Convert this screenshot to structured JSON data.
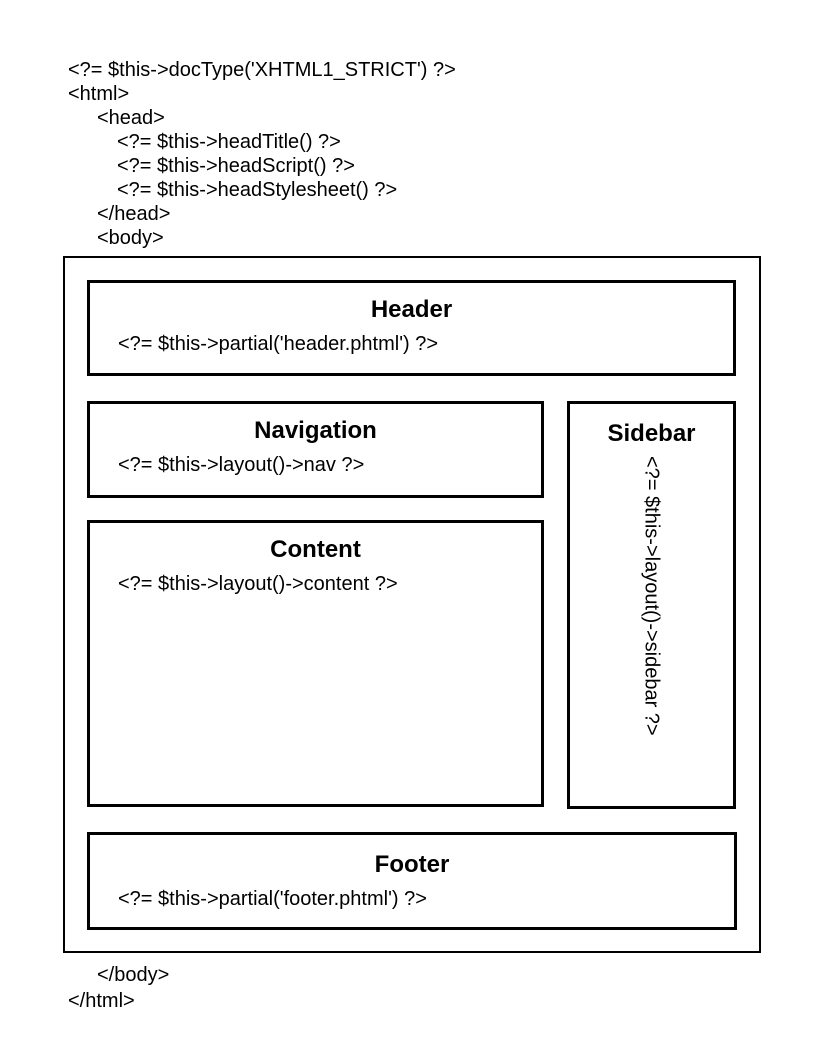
{
  "code_top": {
    "lines": [
      {
        "indent": 0,
        "text": "<?= $this->docType('XHTML1_STRICT') ?>"
      },
      {
        "indent": 0,
        "text": "<html>"
      },
      {
        "indent": 1,
        "text": "<head>"
      },
      {
        "indent": 2,
        "text": "<?= $this->headTitle() ?>"
      },
      {
        "indent": 2,
        "text": "<?= $this->headScript() ?>"
      },
      {
        "indent": 2,
        "text": "<?= $this->headStylesheet() ?>"
      },
      {
        "indent": 1,
        "text": "</head>"
      },
      {
        "indent": 1,
        "text": "<body>"
      }
    ]
  },
  "layout_boxes": {
    "header": {
      "title": "Header",
      "code": "<?= $this->partial('header.phtml') ?>"
    },
    "navigation": {
      "title": "Navigation",
      "code": "<?= $this->layout()->nav ?>"
    },
    "sidebar": {
      "title": "Sidebar",
      "code": "<?= $this->layout()->sidebar ?>"
    },
    "content": {
      "title": "Content",
      "code": "<?= $this->layout()->content ?>"
    },
    "footer": {
      "title": "Footer",
      "code": "<?= $this->partial('footer.phtml') ?>"
    }
  },
  "code_bottom": {
    "lines": [
      {
        "indent": 1,
        "text": "</body>"
      },
      {
        "indent": 0,
        "text": "</html>"
      }
    ]
  },
  "colors": {
    "ink": "#000000",
    "background": "#ffffff"
  }
}
